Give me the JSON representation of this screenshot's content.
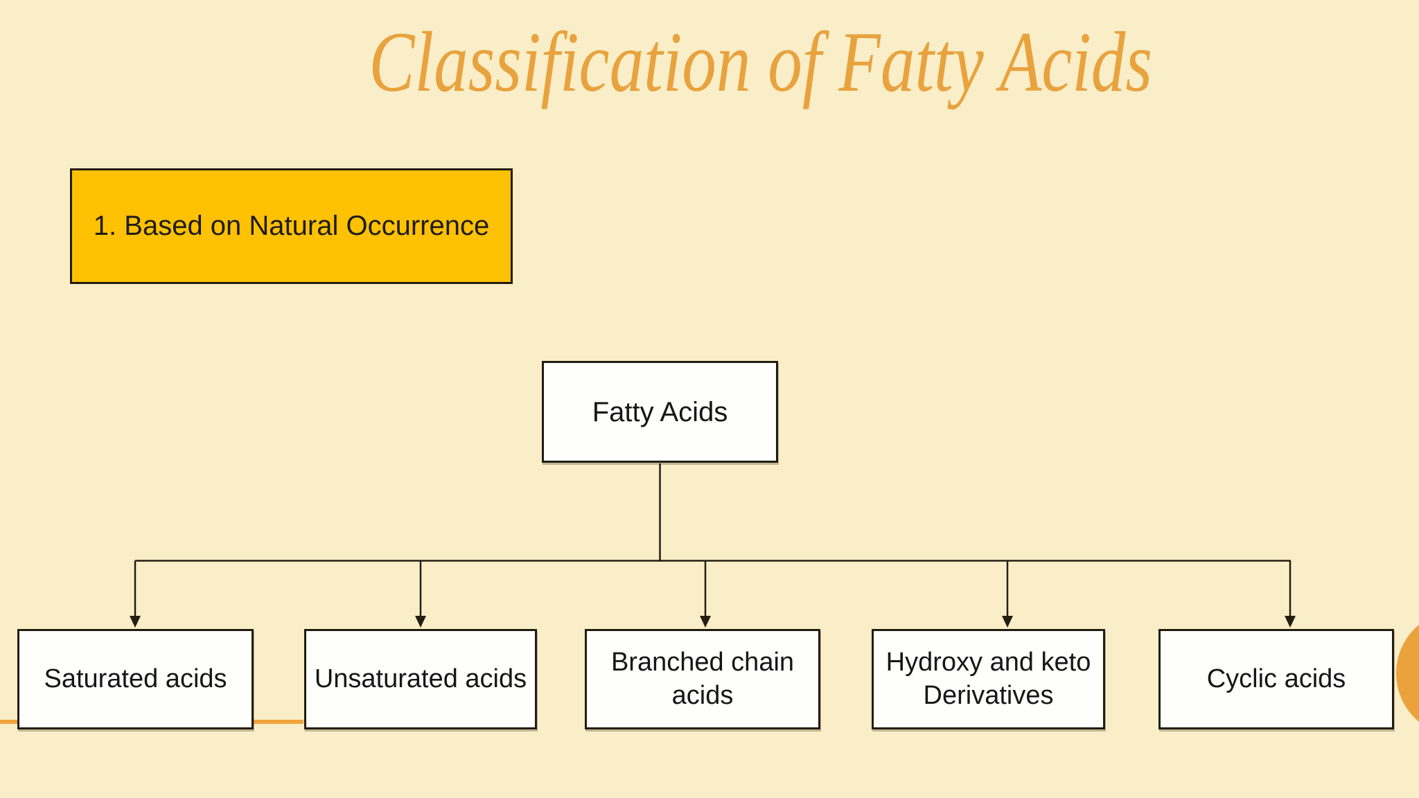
{
  "slide": {
    "title": "Classification of Fatty Acids",
    "heading": "1. Based on Natural Occurrence"
  },
  "tree": {
    "root": {
      "label": "Fatty Acids"
    },
    "children": [
      {
        "label": "Saturated acids"
      },
      {
        "label": "Unsaturated acids"
      },
      {
        "label": "Branched chain acids"
      },
      {
        "label": "Hydroxy and keto Derivatives"
      },
      {
        "label": "Cyclic acids"
      }
    ]
  },
  "colors": {
    "background": "#F9EEC8",
    "heading_fill": "#FFC103",
    "title_text": "#E8A23E",
    "decor_orange": "#F0A43C",
    "node_fill": "#FEFEFD",
    "line_dark": "#241E12"
  }
}
